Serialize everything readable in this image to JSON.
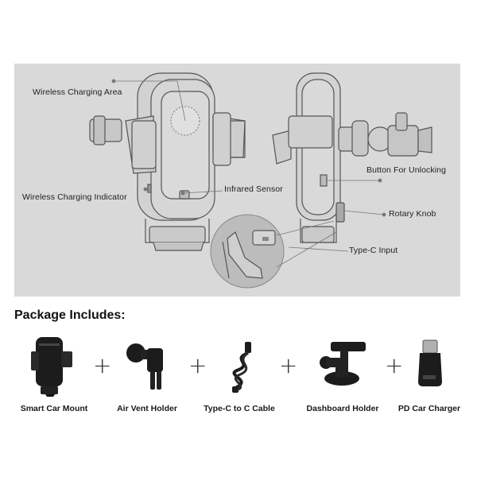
{
  "diagram": {
    "callouts": {
      "wireless_charging_area": "Wireless Charging Area",
      "wireless_charging_indicator": "Wireless Charging Indicator",
      "infrared_sensor": "Infrared Sensor",
      "button_for_unlocking": "Button For Unlocking",
      "rotary_knob": "Rotary Knob",
      "type_c_input": "Type-C Input"
    }
  },
  "package": {
    "heading": "Package Includes:",
    "separator": "+",
    "items": [
      {
        "label": "Smart Car Mount",
        "icon": "car-mount-icon"
      },
      {
        "label": "Air Vent Holder",
        "icon": "air-vent-holder-icon"
      },
      {
        "label": "Type-C to C Cable",
        "icon": "usb-cable-icon"
      },
      {
        "label": "Dashboard Holder",
        "icon": "dashboard-holder-icon"
      },
      {
        "label": "PD Car Charger",
        "icon": "car-charger-icon"
      }
    ]
  },
  "colors": {
    "panel_bg": "#d9d9d9",
    "device_fill": "#cfcfcf",
    "device_stroke": "#555555",
    "product_black": "#1c1c1c"
  }
}
